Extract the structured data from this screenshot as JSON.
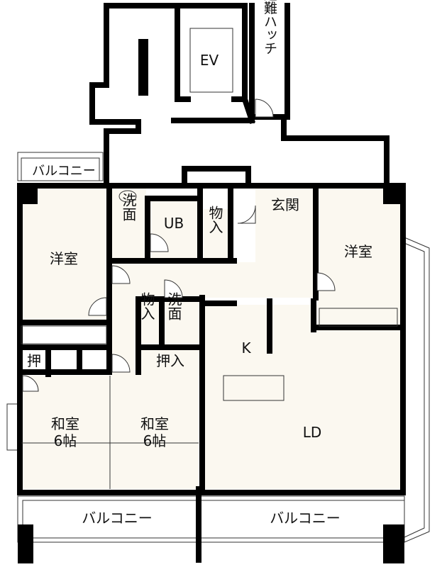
{
  "labels": {
    "ev": "EV",
    "hatch": "避難ハッチ",
    "balcony_top": "バルコニー",
    "washroom_1": "洗\n面",
    "unit_bath": "UB",
    "storage_1": "物\n入",
    "entrance": "玄関",
    "western_room_left": "洋室",
    "western_room_right": "洋室",
    "storage_2": "物\n入",
    "washroom_2": "洗\n面",
    "closet_small": "押",
    "closet": "押入",
    "kitchen": "K",
    "japanese_room_left": "和室\n6帖",
    "japanese_room_right": "和室\n6帖",
    "living_dining": "LD",
    "balcony_bottom_left": "バルコニー",
    "balcony_bottom_right": "バルコニー"
  },
  "colors": {
    "room_fill": "#fbf8f0",
    "wall": "#000000"
  }
}
